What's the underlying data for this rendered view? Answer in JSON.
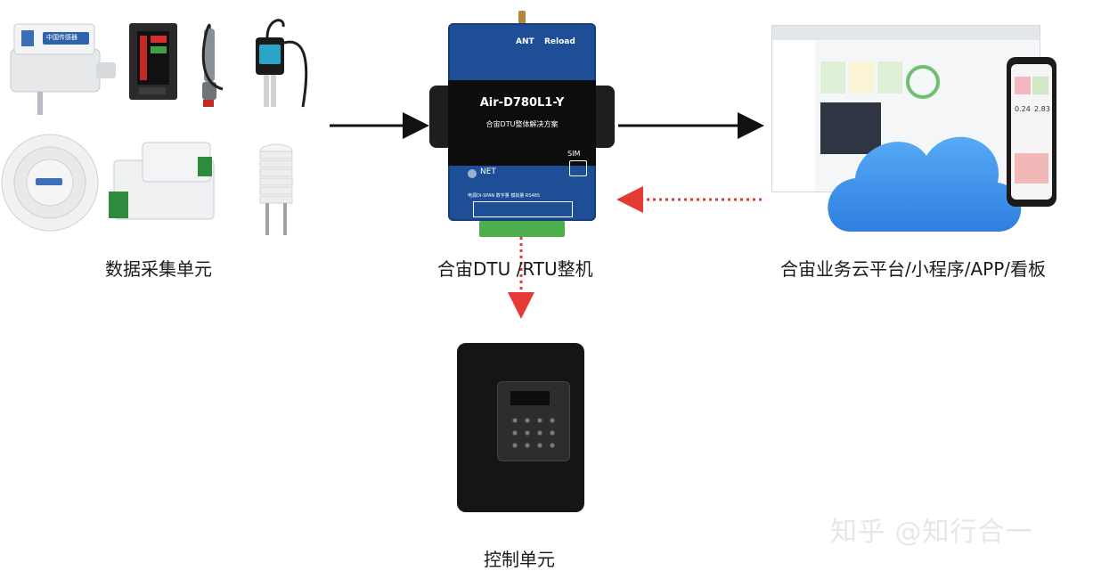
{
  "labels": {
    "collection": "数据采集单元",
    "dtu": "合宙DTU /RTU整机",
    "cloud": "合宙业务云平台/小程序/APP/看板",
    "control": "控制单元"
  },
  "dtu_device": {
    "ant": "ANT",
    "reload": "Reload",
    "model": "Air-D780L1-Y",
    "subtitle": "合宙DTU整体解决方案",
    "net": "NET",
    "sim": "SIM",
    "ports": "电源DI-SPAN 数字量 模拟量 RS485"
  },
  "sensors": {
    "badge_text": "中国传感器"
  },
  "phone": {
    "value_a": "0.24",
    "value_b": "2.83"
  },
  "watermark": "知乎 @知行合一",
  "colors": {
    "dtu_blue": "#1d4e96",
    "cloud_blue": "#3a90ea",
    "dotted_arrow": "#e53935",
    "solid_arrow": "#111111",
    "terminal_green": "#4cae4c"
  }
}
